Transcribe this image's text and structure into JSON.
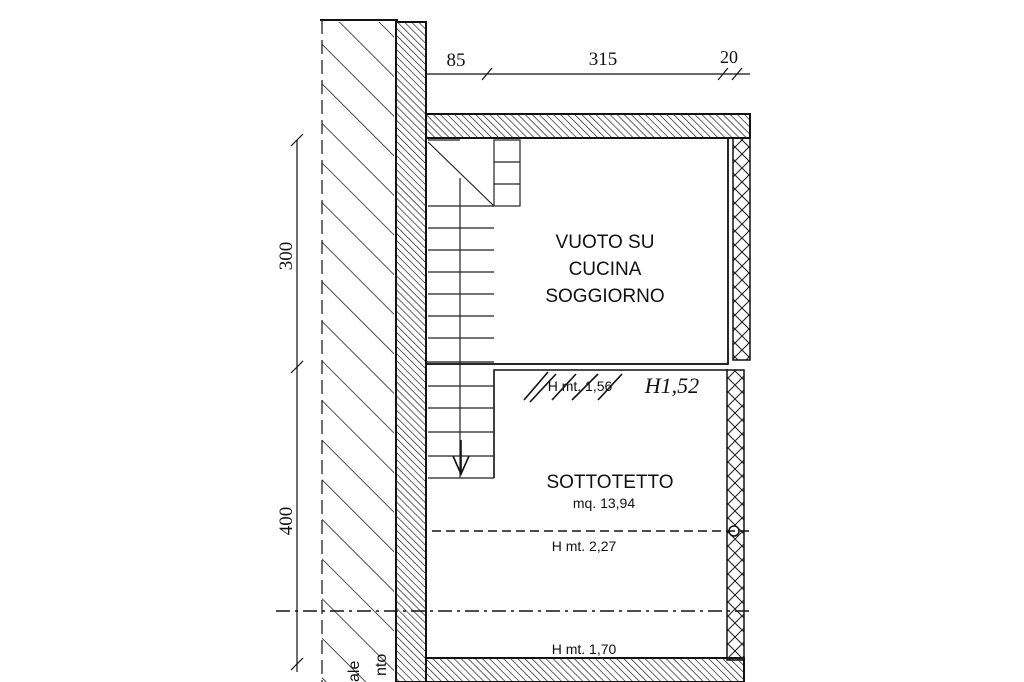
{
  "dimensions": {
    "top": [
      "85",
      "315",
      "20"
    ],
    "left": [
      "300",
      "400"
    ]
  },
  "rooms": {
    "void_label_lines": [
      "VUOTO SU",
      "CUCINA",
      "SOGGIORNO"
    ],
    "attic_title": "SOTTOTETTO",
    "attic_area": "mq. 13,94"
  },
  "heights": {
    "struck_original": "H mt. 1,56",
    "handwritten_correction": "H1,52",
    "mid": "H mt. 2,27",
    "bottom": "H mt. 1,70"
  },
  "edge_fragments": [
    "ale",
    "nto"
  ],
  "colors": {
    "ink": "#111111",
    "paper": "#ffffff"
  }
}
